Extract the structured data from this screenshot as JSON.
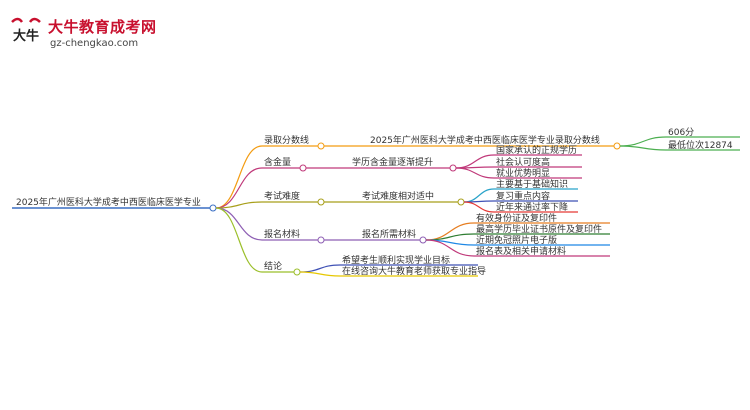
{
  "logo": {
    "brand": "大牛教育成考网",
    "url": "gz-chengkao.com",
    "mark_text": "大牛"
  },
  "mindmap": {
    "root": "2025年广州医科大学成考中西医临床医学专业",
    "branches": [
      {
        "label": "录取分数线",
        "color": "#f39c12",
        "mid": "2025年广州医科大学成考中西医临床医学专业录取分数线",
        "leaves": [
          "606分",
          "最低位次12874"
        ]
      },
      {
        "label": "含金量",
        "color": "#c0397a",
        "mid": "学历含金量逐渐提升",
        "leaves": [
          "国家承认的正规学历",
          "社会认可度高",
          "就业优势明显"
        ]
      },
      {
        "label": "考试难度",
        "color": "#a89f1a",
        "mid": "考试难度相对适中",
        "leaves": [
          "主要基于基础知识",
          "复习重点内容",
          "近年来通过率下降"
        ]
      },
      {
        "label": "报名材料",
        "color": "#8e5fb4",
        "mid": "报名所需材料",
        "leaves": [
          "有效身份证及复印件",
          "最高学历毕业证书原件及复印件",
          "近期免冠照片电子版",
          "报名表及相关申请材料"
        ]
      },
      {
        "label": "结论",
        "color": "#9bbf2a",
        "mid": "",
        "leaves": [
          "希望考生顺利实现学业目标",
          "在线咨询大牛教育老师获取专业指导"
        ]
      }
    ],
    "colors": {
      "root_line": "#3a6fc4",
      "b1_leaves": "#4caf50",
      "b3_leaves": [
        "#29a3c9",
        "#3f51b5",
        "#e53935"
      ],
      "b4_leaves": [
        "#e67e22",
        "#2e7d32",
        "#1e88e5",
        "#c0397a"
      ],
      "b5_leaves": [
        "#3f51b5",
        "#e6c700"
      ]
    }
  }
}
